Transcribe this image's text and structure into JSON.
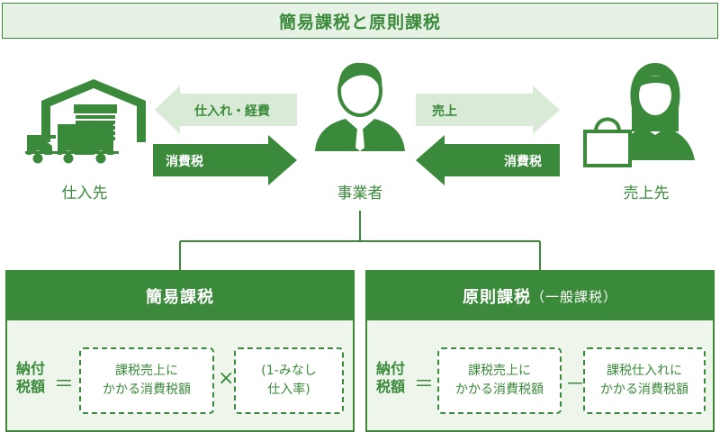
{
  "title": "簡易課税と原則課税",
  "arrows": {
    "purchases_expenses": "仕入れ・経費",
    "sales": "売上",
    "tax_left": "消費税",
    "tax_right": "消費税"
  },
  "roles": {
    "supplier": "仕入先",
    "business": "事業者",
    "customer": "売上先"
  },
  "panels": {
    "simple": {
      "title": "簡易課税",
      "label_line1": "納付",
      "label_line2": "税額",
      "equals": "＝",
      "box1_line1": "課税売上に",
      "box1_line2": "かかる消費税額",
      "operator": "×",
      "box2_line1": "(1-みなし",
      "box2_line2": "仕入率)"
    },
    "general": {
      "title": "原則課税",
      "title_suffix": "（一般課税）",
      "label_line1": "納付",
      "label_line2": "税額",
      "equals": "＝",
      "box1_line1": "課税売上に",
      "box1_line2": "かかる消費税額",
      "operator": "－",
      "box2_line1": "課税仕入れに",
      "box2_line2": "かかる消費税額"
    }
  },
  "colors": {
    "primary": "#3b8a3b",
    "light": "#d9ebd6",
    "panel_bg": "#eef6ec"
  }
}
